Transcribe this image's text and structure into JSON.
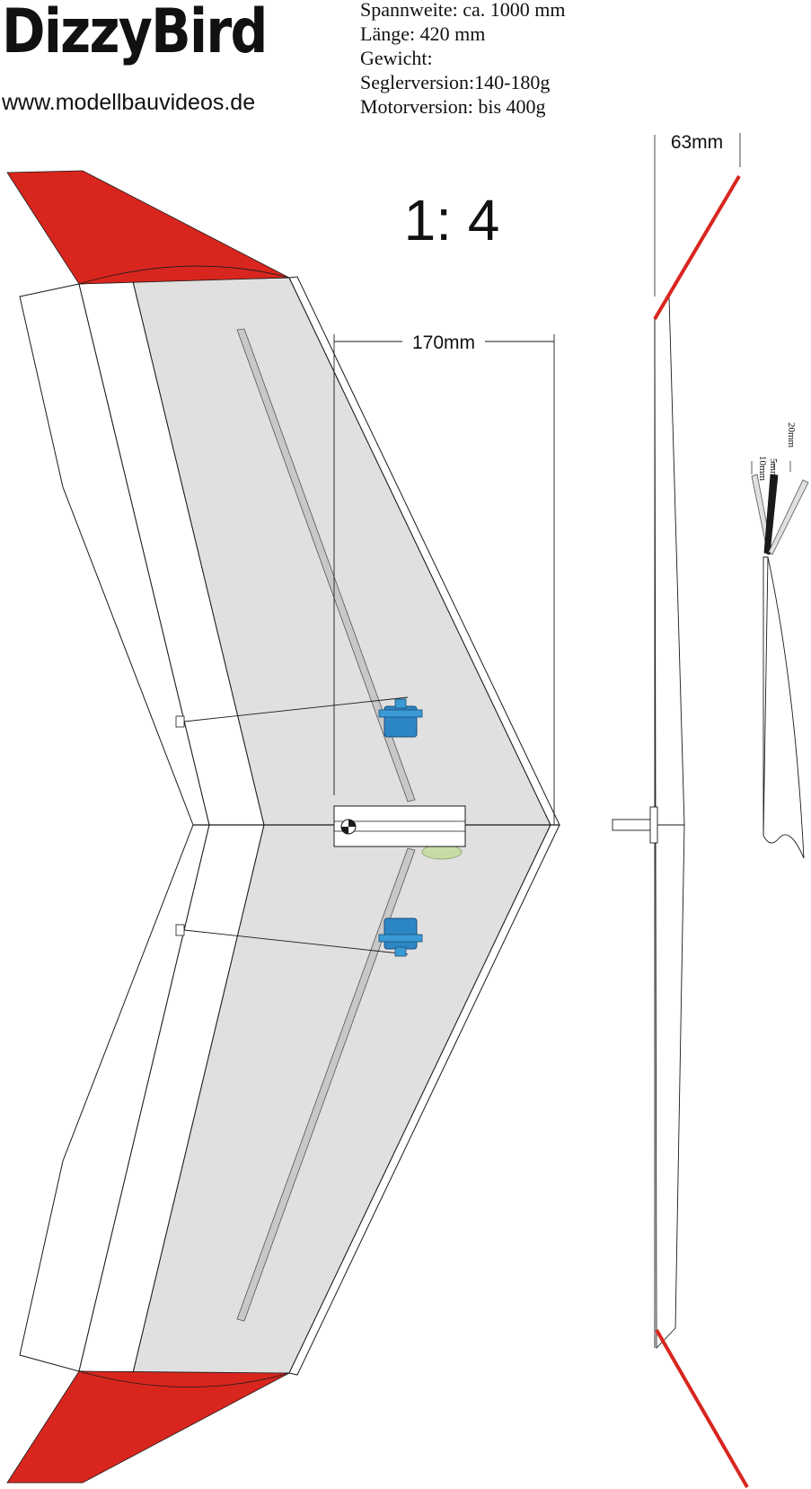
{
  "header": {
    "title": "DizzyBird",
    "website": "www.modellbauvideos.de"
  },
  "specs": [
    "Spannweite: ca. 1000 mm",
    "Länge: 420 mm",
    "Gewicht:",
    "Seglerversion:140-180g",
    "Motorversion: bis 400g"
  ],
  "drawing": {
    "scale": "1: 4",
    "dimension_sweep": "170mm",
    "dimension_winglet": "63mm",
    "detail_labels": [
      "10mm",
      "5mm",
      "20mm"
    ]
  },
  "colors": {
    "winglet": "#d8261e",
    "wing_center": "#e0e0e0",
    "spar": "#c8c8c8",
    "servo": "#2d86c4",
    "outline": "#1a1a1a"
  }
}
